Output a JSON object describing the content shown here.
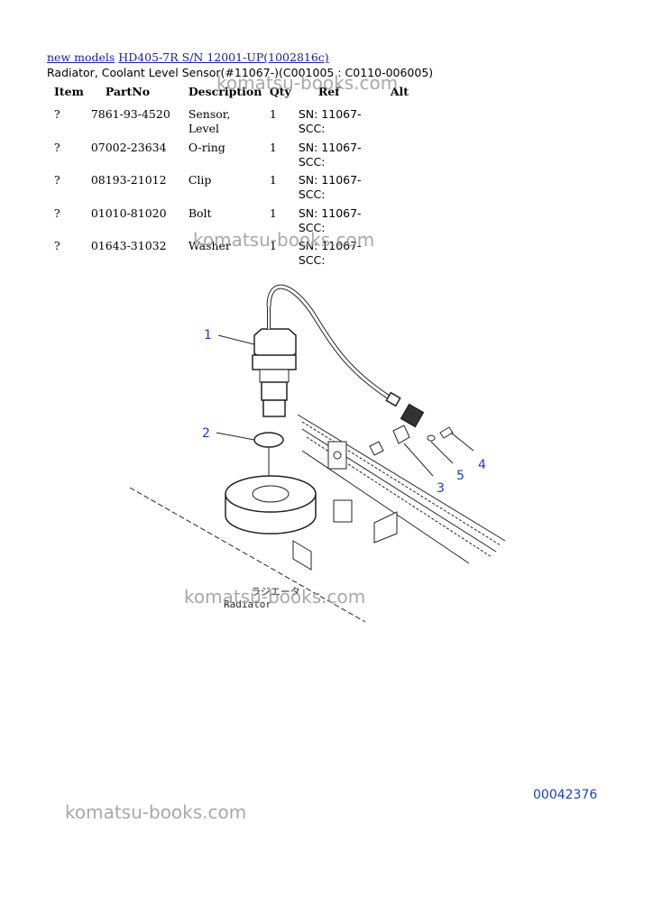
{
  "breadcrumb": {
    "link1": "new models",
    "link2": "HD405-7R S/N 12001-UP(1002816c)"
  },
  "title": "Radiator, Coolant Level Sensor(#11067-)(C001005 : C0110-006005)",
  "table": {
    "headers": {
      "item": "Item",
      "part": "PartNo",
      "desc": "Description",
      "qty": "Qty",
      "ref": "Ref",
      "alt": "Alt"
    },
    "rows": [
      {
        "item": "?",
        "part": "7861-93-4520",
        "desc": "Sensor, Level",
        "qty": "1",
        "ref1": "SN: 11067-",
        "ref2": "SCC:"
      },
      {
        "item": "?",
        "part": "07002-23634",
        "desc": "O-ring",
        "qty": "1",
        "ref1": "SN: 11067-",
        "ref2": "SCC:"
      },
      {
        "item": "?",
        "part": "08193-21012",
        "desc": "Clip",
        "qty": "1",
        "ref1": "SN: 11067-",
        "ref2": "SCC:"
      },
      {
        "item": "?",
        "part": "01010-81020",
        "desc": "Bolt",
        "qty": "1",
        "ref1": "SN: 11067-",
        "ref2": "SCC:"
      },
      {
        "item": "?",
        "part": "01643-31032",
        "desc": "Washer",
        "qty": "1",
        "ref1": "SN: 11067-",
        "ref2": "SCC:"
      }
    ]
  },
  "watermark": "komatsu-books.com",
  "diagram": {
    "callouts": [
      "1",
      "2",
      "3",
      "4",
      "5"
    ],
    "label_jp": "ラジエータ",
    "label_en": "Radiator",
    "callout_color": "#1a3cc8"
  },
  "figure_number": "00042376"
}
